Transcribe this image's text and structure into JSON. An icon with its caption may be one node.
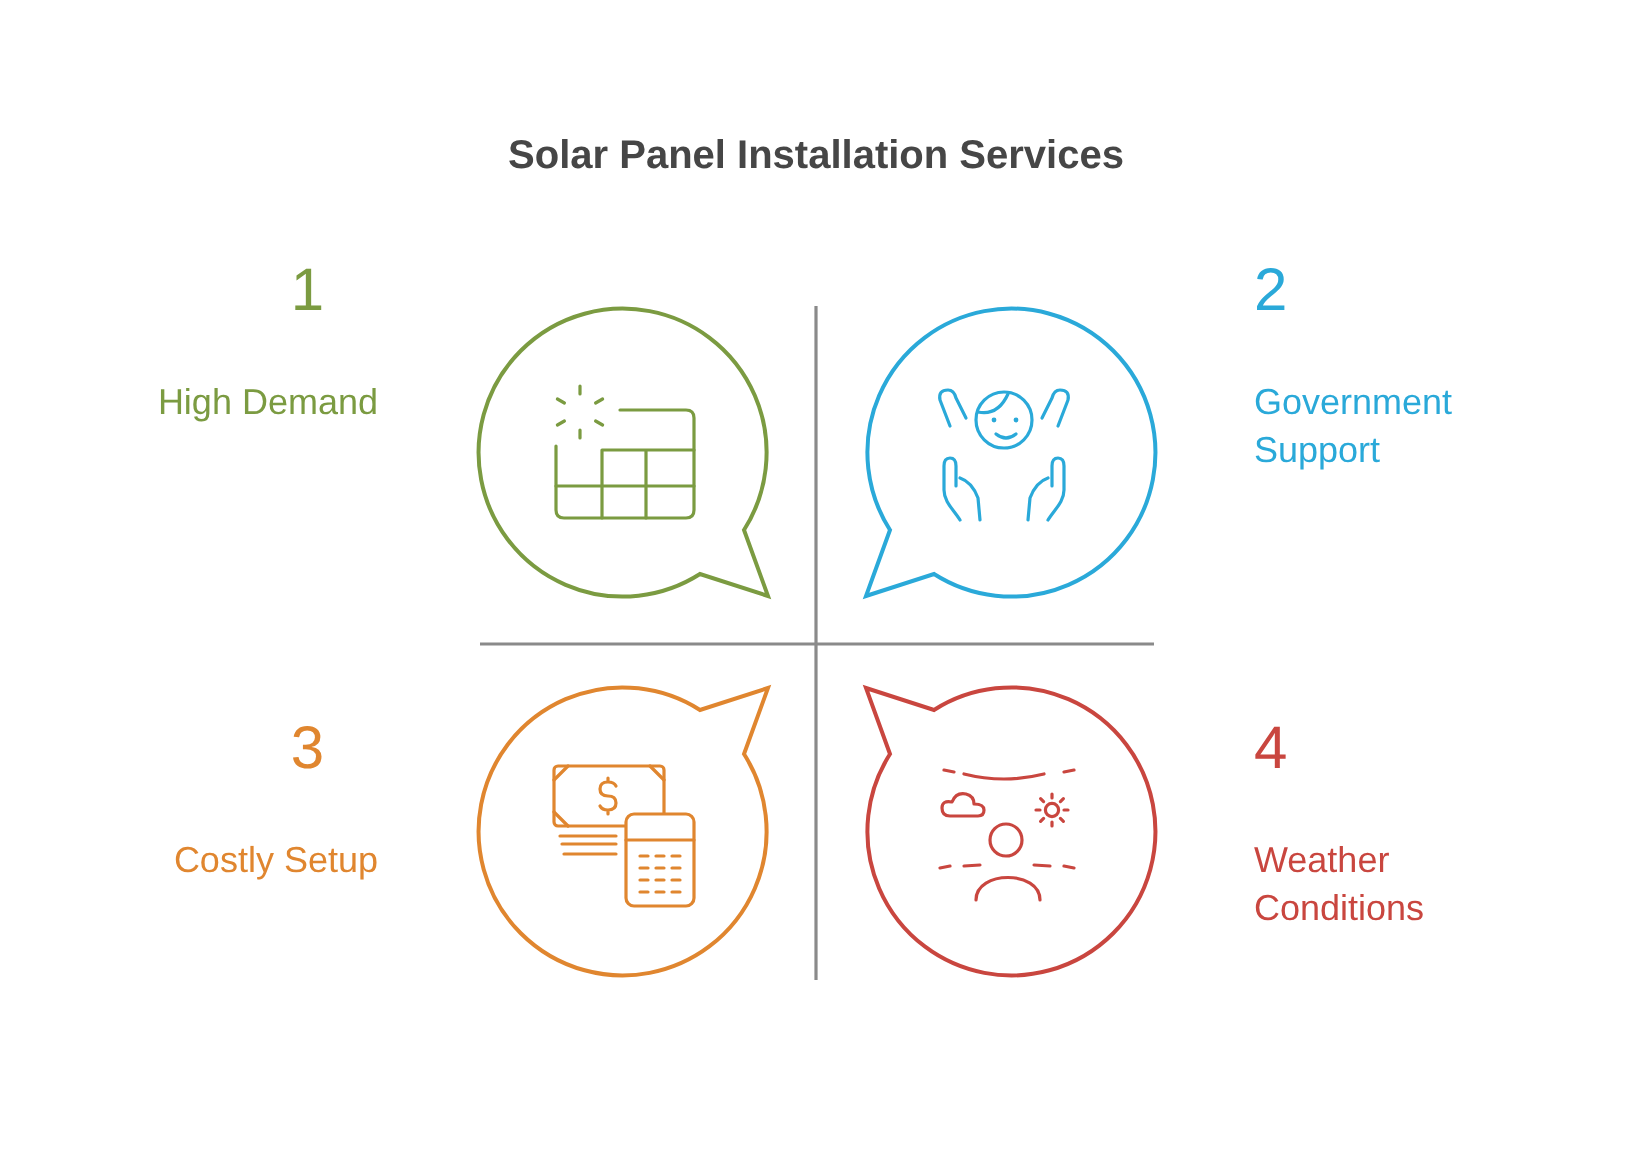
{
  "diagram": {
    "title": "Solar Panel Installation Services",
    "nodes": [
      {
        "text": [],
        "shape": "bubble",
        "beside": [
          "1",
          "High Demand"
        ]
      },
      {
        "text": [],
        "shape": "bubble",
        "beside": [
          "2",
          "Government Support"
        ]
      },
      {
        "text": [],
        "shape": "bubble",
        "beside": [
          "3",
          "Costly Setup"
        ]
      },
      {
        "text": [],
        "shape": "bubble",
        "beside": [
          "4",
          "Weather Conditions"
        ]
      }
    ]
  }
}
